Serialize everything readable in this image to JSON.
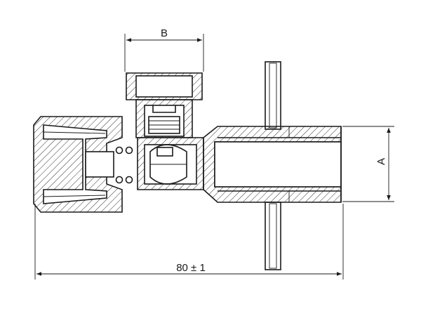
{
  "dimensions": {
    "width_label": "B",
    "height_label": "A",
    "length_label": "80 ± 1"
  },
  "colors": {
    "line": "#1a1a1a",
    "background": "#ffffff"
  }
}
